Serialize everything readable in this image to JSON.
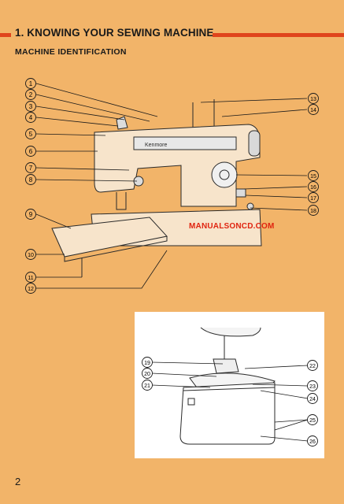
{
  "section": {
    "title": "1. KNOWING YOUR SEWING MACHINE",
    "subtitle": "MACHINE IDENTIFICATION"
  },
  "figure": {
    "brand_on_machine": "Kenmore",
    "watermark": "MANUALSONCD.COM",
    "main_callouts": [
      "1",
      "2",
      "3",
      "4",
      "5",
      "6",
      "7",
      "8",
      "9",
      "10",
      "11",
      "12",
      "13",
      "14",
      "15",
      "16",
      "17",
      "18"
    ],
    "inset_callouts": [
      "19",
      "20",
      "21",
      "22",
      "23",
      "24",
      "25",
      "26"
    ]
  },
  "colors": {
    "page_background": "#f2b469",
    "accent_bar": "#e0441c",
    "watermark": "#e02410",
    "inset_background": "#ffffff"
  },
  "page": {
    "number": "2"
  }
}
